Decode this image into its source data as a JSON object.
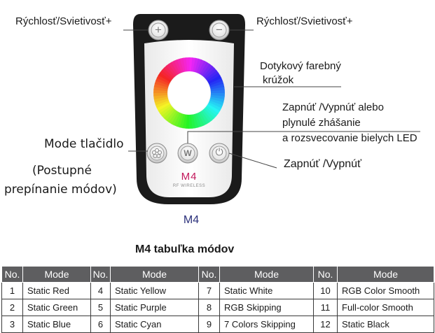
{
  "labels": {
    "speed_left": "Rýchlosť/Svietivosť+",
    "speed_right": "Rýchlosť/Svietivosť+",
    "color_ring_line1": "Dotykový farebný",
    "color_ring_line2": "krúžok",
    "w_line1": "Zapnúť /Vypnúť alebo",
    "w_line2": "plynulé zhášanie",
    "w_line3": "a rozsvecovanie bielych LED",
    "power": "Zapnúť /Vypnúť",
    "mode_button": "Mode tlačidlo",
    "mode_desc_line1": "(Postupné",
    "mode_desc_line2": "prepínanie módov)"
  },
  "remote": {
    "plus_symbol": "+",
    "minus_symbol": "−",
    "w_symbol": "W",
    "power_symbol": "⏻",
    "logo": "M4",
    "brand_text": "RF WIRELESS"
  },
  "model_caption": "M4",
  "table": {
    "title": "M4 tabuľka módov",
    "headers": [
      "No.",
      "Mode",
      "No.",
      "Mode",
      "No.",
      "Mode",
      "No.",
      "Mode"
    ],
    "rows": [
      [
        "1",
        "Static Red",
        "4",
        "Static Yellow",
        "7",
        "Static White",
        "10",
        "RGB Color Smooth"
      ],
      [
        "2",
        "Static Green",
        "5",
        "Static Purple",
        "8",
        "RGB Skipping",
        "11",
        "Full-color Smooth"
      ],
      [
        "3",
        "Static Blue",
        "6",
        "Static Cyan",
        "9",
        "7 Colors Skipping",
        "12",
        "Static Black"
      ]
    ]
  }
}
